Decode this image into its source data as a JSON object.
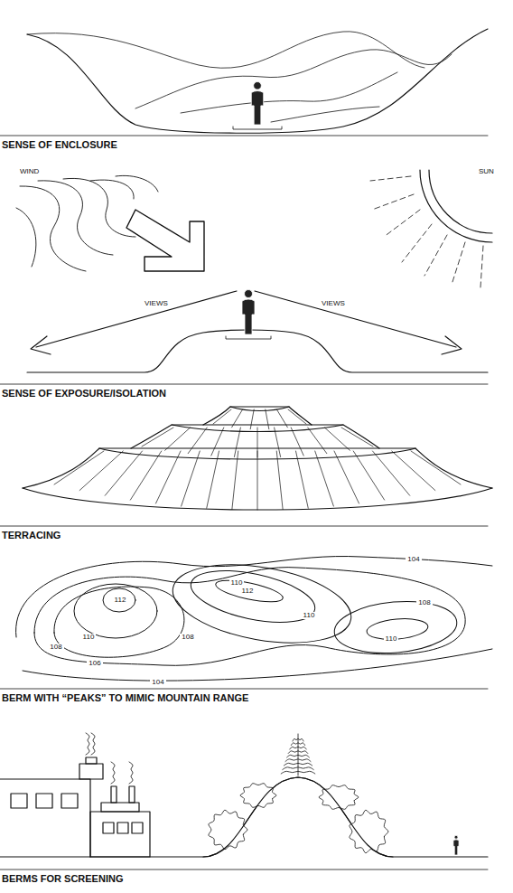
{
  "diagram": {
    "labels": [
      "SENSE OF ENCLOSURE",
      "WIND",
      "SUN",
      "VIEWS",
      "VIEWS",
      "SENSE OF EXPOSURE/ISOLATION",
      "TERRACING",
      "104",
      "112",
      "110",
      "108",
      "110",
      "112",
      "110",
      "108",
      "110",
      "108",
      "106",
      "104",
      "BERM WITH “PEAKS” TO MIMIC MOUNTAIN RANGE",
      "BERMS FOR SCREENING"
    ]
  }
}
